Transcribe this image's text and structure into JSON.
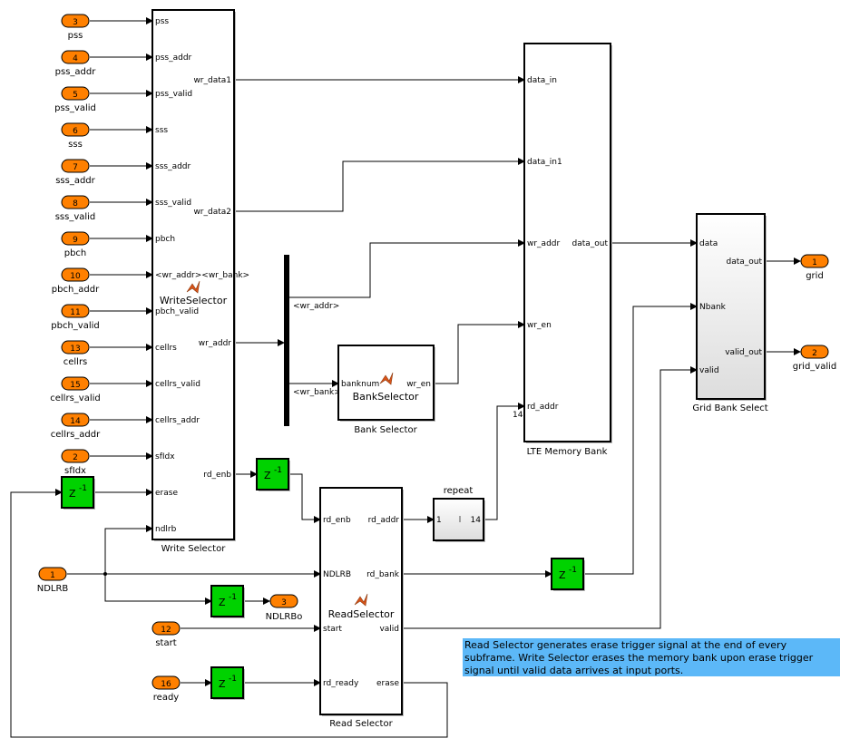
{
  "colors": {
    "port": "#ff8000",
    "delay": "#00d200",
    "note": "#5cb8f8",
    "block_border": "#000000"
  },
  "inports": [
    {
      "num": "3",
      "label": "pss"
    },
    {
      "num": "4",
      "label": "pss_addr"
    },
    {
      "num": "5",
      "label": "pss_valid"
    },
    {
      "num": "6",
      "label": "sss"
    },
    {
      "num": "7",
      "label": "sss_addr"
    },
    {
      "num": "8",
      "label": "sss_valid"
    },
    {
      "num": "9",
      "label": "pbch"
    },
    {
      "num": "10",
      "label": "pbch_addr"
    },
    {
      "num": "11",
      "label": "pbch_valid"
    },
    {
      "num": "13",
      "label": "cellrs"
    },
    {
      "num": "15",
      "label": "cellrs_valid"
    },
    {
      "num": "14",
      "label": "cellrs_addr"
    },
    {
      "num": "2",
      "label": "sfIdx"
    }
  ],
  "write_selector": {
    "caption": "Write Selector",
    "function": "WriteSelector",
    "inputs": [
      "pss",
      "pss_addr",
      "pss_valid",
      "sss",
      "sss_addr",
      "sss_valid",
      "pbch",
      "<wr_addr><wr_bank>",
      "pbch_valid",
      "cellrs",
      "cellrs_valid",
      "cellrs_addr",
      "sfIdx",
      "erase",
      "ndlrb"
    ],
    "outputs": [
      "wr_data1",
      "wr_data2",
      "wr_addr",
      "rd_enb"
    ]
  },
  "bus_selector": {
    "outputs": [
      "<wr_addr>",
      "<wr_bank>"
    ]
  },
  "bank_selector": {
    "caption": "Bank Selector",
    "function": "BankSelector",
    "input": "banknum",
    "output": "wr_en"
  },
  "memory_bank": {
    "caption": "LTE Memory Bank",
    "inputs": [
      "data_in",
      "data_in1",
      "wr_addr",
      "wr_en",
      "rd_addr"
    ],
    "output": "data_out",
    "signal_dim": "14"
  },
  "grid_bank_select": {
    "caption": "Grid Bank Select",
    "inputs": [
      "data",
      "Nbank",
      "valid"
    ],
    "outputs": [
      "data_out",
      "valid_out"
    ]
  },
  "outports": [
    {
      "num": "1",
      "label": "grid"
    },
    {
      "num": "2",
      "label": "grid_valid"
    },
    {
      "num": "3",
      "label": "NDLRBo"
    }
  ],
  "other_inports": [
    {
      "num": "1",
      "label": "NDLRB"
    },
    {
      "num": "12",
      "label": "start"
    },
    {
      "num": "16",
      "label": "ready"
    }
  ],
  "read_selector": {
    "caption": "Read Selector",
    "function": "ReadSelector",
    "inputs": [
      "rd_enb",
      "NDLRB",
      "start",
      "rd_ready"
    ],
    "outputs": [
      "rd_addr",
      "rd_bank",
      "valid",
      "erase"
    ]
  },
  "repeat": {
    "caption": "repeat",
    "in_dim": "1",
    "out_dim": "14"
  },
  "delay_label": "Z",
  "delay_exp": "-1",
  "note": "Read Selector generates erase trigger signal at the end of every subframe. Write Selector erases the memory bank upon erase trigger signal until valid data arrives at input ports."
}
